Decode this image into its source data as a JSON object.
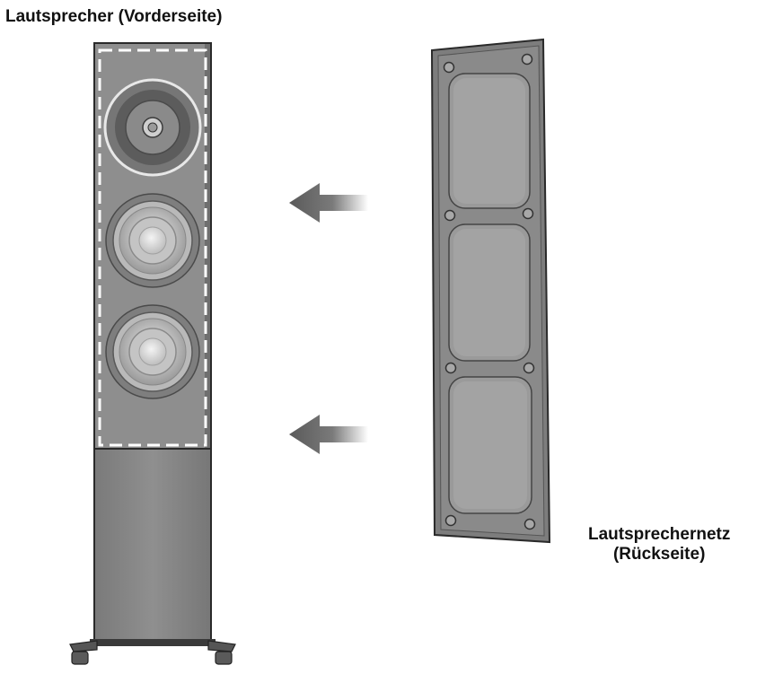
{
  "labels": {
    "speaker_front": "Lautsprecher (Vorderseite)",
    "grille_back_line1": "Lautsprechernetz",
    "grille_back_line2": "(Rückseite)"
  },
  "colors": {
    "cabinet": "#8e8e8e",
    "cabinet_dark": "#5e5e5e",
    "outline": "#2a2a2a",
    "driver_ring": "#b9b9b9",
    "grille_frame": "#7d7d7d",
    "grille_window": "#999999",
    "arrow": "#6e6e6e"
  }
}
